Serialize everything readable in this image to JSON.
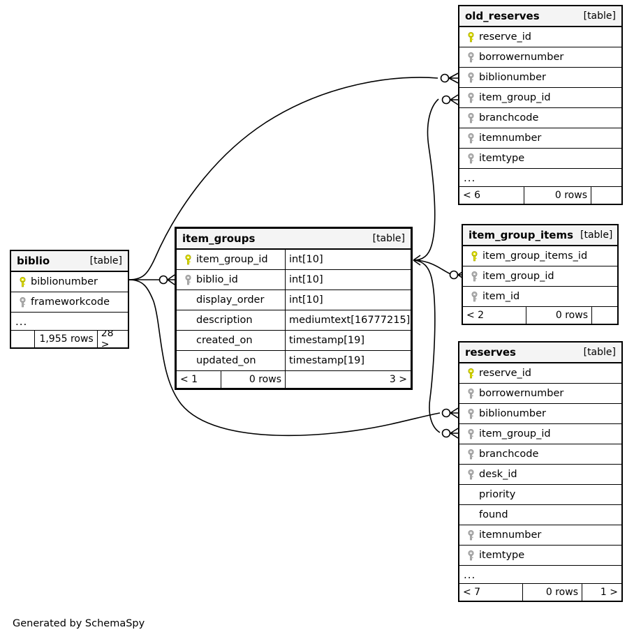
{
  "diagram": {
    "generator_note": "Generated by SchemaSpy",
    "table_kind_label": "[table]",
    "ellipsis": "...",
    "colors": {
      "primary_key": "#e3e300",
      "indexed_key": "#b3b3b3",
      "header_background": "#f4f4f4",
      "border": "#000000",
      "background": "#ffffff"
    }
  },
  "tables": {
    "old_reserves": {
      "name": "old_reserves",
      "kind": "[table]",
      "columns": [
        {
          "name": "reserve_id",
          "key": "primary"
        },
        {
          "name": "borrowernumber",
          "key": "indexed"
        },
        {
          "name": "biblionumber",
          "key": "indexed"
        },
        {
          "name": "item_group_id",
          "key": "indexed"
        },
        {
          "name": "branchcode",
          "key": "indexed"
        },
        {
          "name": "itemnumber",
          "key": "indexed"
        },
        {
          "name": "itemtype",
          "key": "indexed"
        }
      ],
      "has_more": true,
      "footer": {
        "prev": "< 6",
        "rows": "0 rows",
        "next": ""
      }
    },
    "item_group_items": {
      "name": "item_group_items",
      "kind": "[table]",
      "columns": [
        {
          "name": "item_group_items_id",
          "key": "primary"
        },
        {
          "name": "item_group_id",
          "key": "indexed"
        },
        {
          "name": "item_id",
          "key": "indexed"
        }
      ],
      "has_more": false,
      "footer": {
        "prev": "< 2",
        "rows": "0 rows",
        "next": ""
      }
    },
    "reserves": {
      "name": "reserves",
      "kind": "[table]",
      "columns": [
        {
          "name": "reserve_id",
          "key": "primary"
        },
        {
          "name": "borrowernumber",
          "key": "indexed"
        },
        {
          "name": "biblionumber",
          "key": "indexed"
        },
        {
          "name": "item_group_id",
          "key": "indexed"
        },
        {
          "name": "branchcode",
          "key": "indexed"
        },
        {
          "name": "desk_id",
          "key": "indexed"
        },
        {
          "name": "priority",
          "key": "none"
        },
        {
          "name": "found",
          "key": "none"
        },
        {
          "name": "itemnumber",
          "key": "indexed"
        },
        {
          "name": "itemtype",
          "key": "indexed"
        }
      ],
      "has_more": true,
      "footer": {
        "prev": "< 7",
        "rows": "0 rows",
        "next": "1 >"
      }
    },
    "biblio": {
      "name": "biblio",
      "kind": "[table]",
      "columns": [
        {
          "name": "biblionumber",
          "key": "primary"
        },
        {
          "name": "frameworkcode",
          "key": "indexed"
        }
      ],
      "has_more": true,
      "footer": {
        "prev": "",
        "rows": "1,955 rows",
        "next": "28 >"
      }
    },
    "item_groups": {
      "name": "item_groups",
      "kind": "[table]",
      "focus": true,
      "columns": [
        {
          "name": "item_group_id",
          "type": "int[10]",
          "key": "primary"
        },
        {
          "name": "biblio_id",
          "type": "int[10]",
          "key": "indexed"
        },
        {
          "name": "display_order",
          "type": "int[10]",
          "key": "none"
        },
        {
          "name": "description",
          "type": "mediumtext[16777215]",
          "key": "none"
        },
        {
          "name": "created_on",
          "type": "timestamp[19]",
          "key": "none"
        },
        {
          "name": "updated_on",
          "type": "timestamp[19]",
          "key": "none"
        }
      ],
      "has_more": false,
      "footer": {
        "prev": "< 1",
        "rows": "0 rows",
        "next": "3 >"
      }
    }
  },
  "relationships": [
    {
      "from": "biblio.biblionumber",
      "to": "old_reserves.biblionumber"
    },
    {
      "from": "biblio.biblionumber",
      "to": "item_groups.biblio_id"
    },
    {
      "from": "biblio.biblionumber",
      "to": "reserves.biblionumber"
    },
    {
      "from": "item_groups.item_group_id",
      "to": "old_reserves.item_group_id"
    },
    {
      "from": "item_groups.item_group_id",
      "to": "item_group_items.item_group_id"
    },
    {
      "from": "item_groups.item_group_id",
      "to": "reserves.item_group_id"
    }
  ]
}
